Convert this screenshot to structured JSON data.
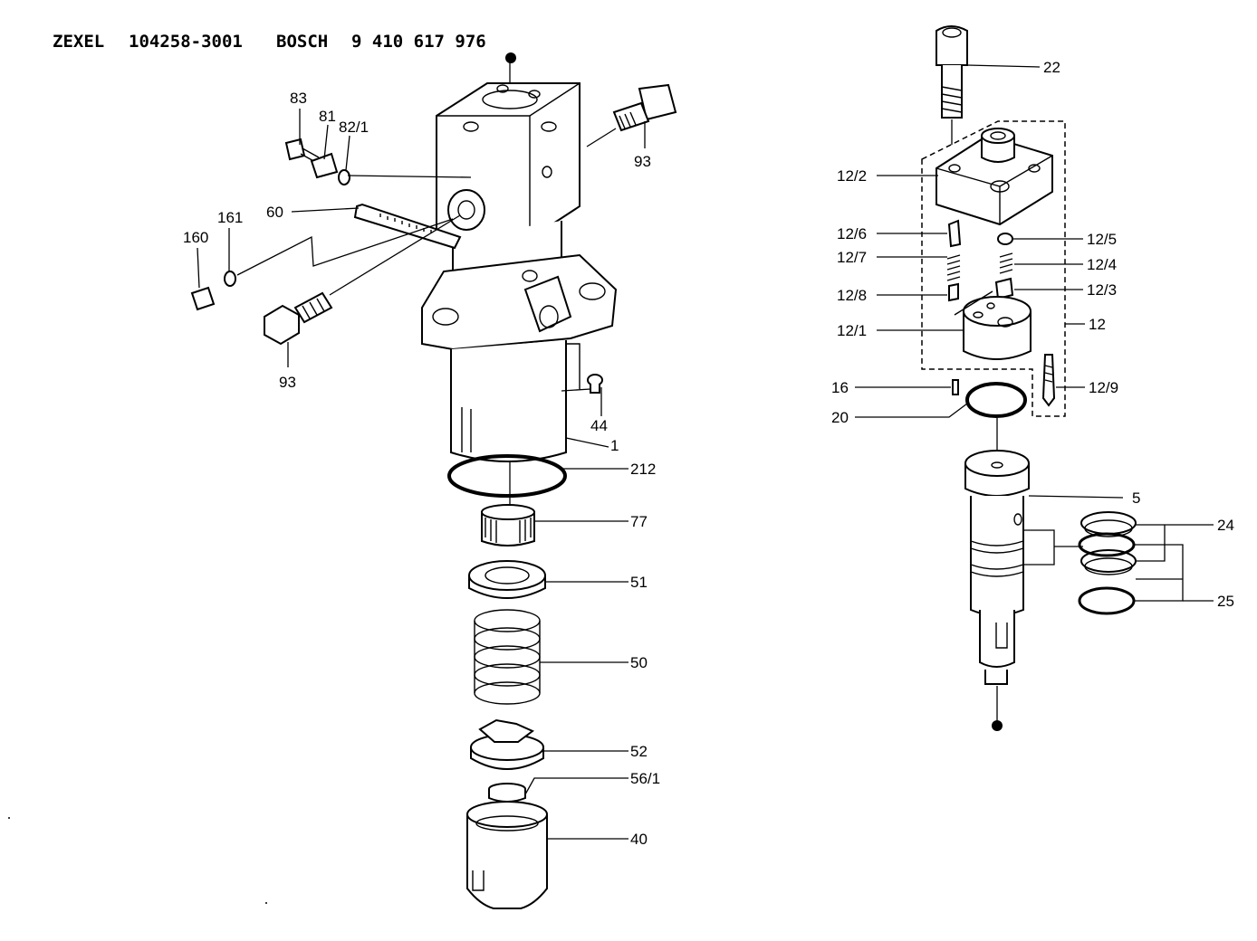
{
  "header": {
    "brand1": "ZEXEL",
    "part1": "104258-3001",
    "brand2": "BOSCH",
    "part2": "9 410 617 976"
  },
  "callouts": {
    "c83": "83",
    "c81": "81",
    "c82_1": "82/1",
    "c93a": "93",
    "c60": "60",
    "c161": "161",
    "c160": "160",
    "c93b": "93",
    "c44": "44",
    "c1": "1",
    "c212": "212",
    "c77": "77",
    "c51": "51",
    "c50": "50",
    "c52": "52",
    "c56_1": "56/1",
    "c40": "40",
    "c22": "22",
    "c12_2": "12/2",
    "c12_6": "12/6",
    "c12_5": "12/5",
    "c12_7": "12/7",
    "c12_4": "12/4",
    "c12_8": "12/8",
    "c12_3": "12/3",
    "c12_1": "12/1",
    "c12": "12",
    "c16": "16",
    "c12_9": "12/9",
    "c20": "20",
    "c5": "5",
    "c24": "24",
    "c25": "25"
  },
  "colors": {
    "ink": "#000000",
    "paper": "#ffffff"
  }
}
